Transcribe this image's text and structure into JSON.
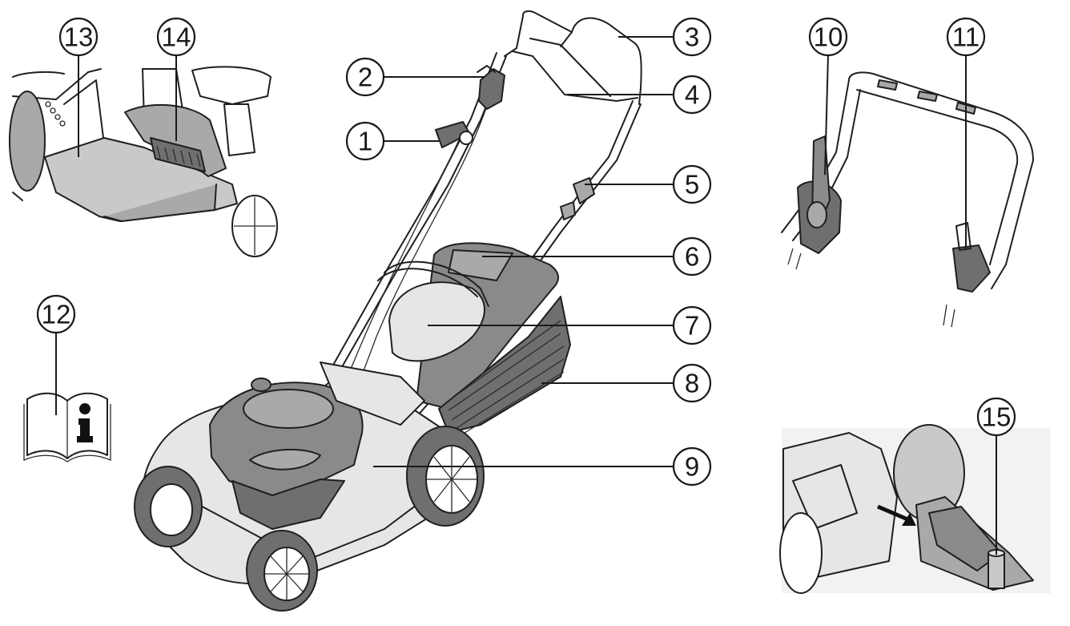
{
  "callouts": [
    {
      "id": "c1",
      "label": "1"
    },
    {
      "id": "c2",
      "label": "2"
    },
    {
      "id": "c3",
      "label": "3"
    },
    {
      "id": "c4",
      "label": "4"
    },
    {
      "id": "c5",
      "label": "5"
    },
    {
      "id": "c6",
      "label": "6"
    },
    {
      "id": "c7",
      "label": "7"
    },
    {
      "id": "c8",
      "label": "8"
    },
    {
      "id": "c9",
      "label": "9"
    },
    {
      "id": "c10",
      "label": "10"
    },
    {
      "id": "c11",
      "label": "11"
    },
    {
      "id": "c12",
      "label": "12"
    },
    {
      "id": "c13",
      "label": "13"
    },
    {
      "id": "c14",
      "label": "14"
    },
    {
      "id": "c15",
      "label": "15"
    }
  ],
  "colors": {
    "line": "#1f1f1f",
    "background": "#ffffff",
    "shade_dark": "#6f6f6f",
    "shade_mid": "#a9a9a9",
    "shade_light": "#c9c9c9"
  },
  "icons": {
    "manual": "manual-info-icon"
  }
}
